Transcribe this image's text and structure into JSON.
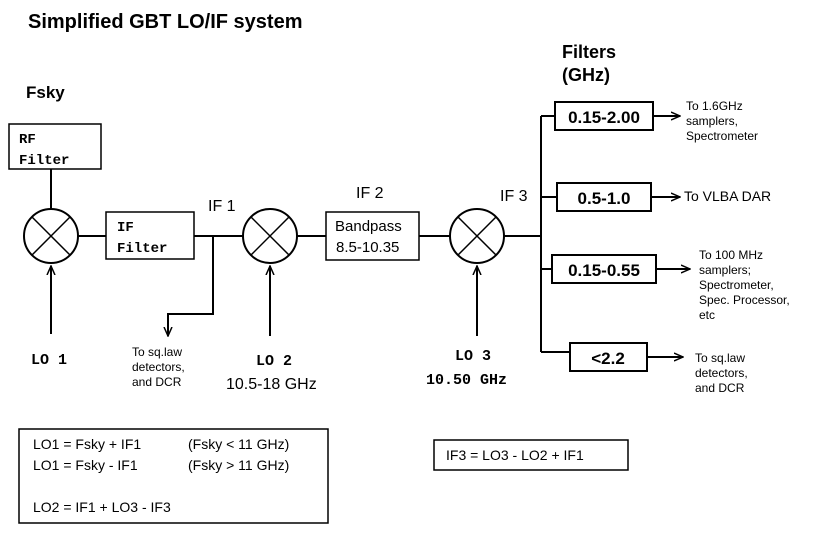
{
  "title": "Simplified GBT LO/IF system",
  "fsky": "Fsky",
  "rf_filter": [
    "RF",
    "Filter"
  ],
  "if_filter": [
    "IF",
    "Filter"
  ],
  "if1": "IF 1",
  "if2": "IF 2",
  "if3": "IF 3",
  "bandpass": [
    "Bandpass",
    "8.5-10.35"
  ],
  "lo1": "LO 1",
  "lo2": [
    "LO 2",
    "10.5-18 GHz"
  ],
  "lo3": [
    "LO 3",
    "10.50 GHz"
  ],
  "detector_note": [
    "To sq.law",
    "detectors,",
    "and DCR"
  ],
  "filters_header": [
    "Filters",
    "(GHz)"
  ],
  "filters": [
    {
      "range": "0.15-2.00",
      "dest": [
        "To 1.6GHz",
        "samplers,",
        "Spectrometer"
      ]
    },
    {
      "range": "0.5-1.0",
      "dest": [
        "To VLBA DAR"
      ]
    },
    {
      "range": "0.15-0.55",
      "dest": [
        "To 100 MHz",
        "samplers;",
        "Spectrometer,",
        "Spec. Processor,",
        "etc"
      ]
    },
    {
      "range": "<2.2",
      "dest": [
        "To sq.law",
        "detectors,",
        "and DCR"
      ]
    }
  ],
  "equations_box": {
    "lines": [
      {
        "eq": "LO1 = Fsky + IF1",
        "cond": "(Fsky < 11 GHz)"
      },
      {
        "eq": "LO1 = Fsky - IF1",
        "cond": "(Fsky > 11 GHz)"
      }
    ],
    "lo2_eq": "LO2 = IF1 + LO3 - IF3"
  },
  "if3_eq": "IF3 = LO3 - LO2 + IF1"
}
